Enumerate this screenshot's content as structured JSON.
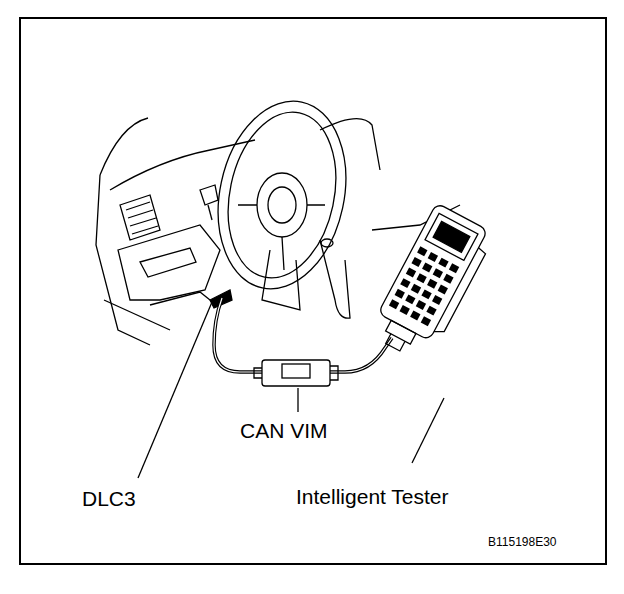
{
  "diagram": {
    "labels": [
      "CAN VIM",
      "DLC3",
      "Intelligent Tester",
      "B115198E30"
    ]
  }
}
